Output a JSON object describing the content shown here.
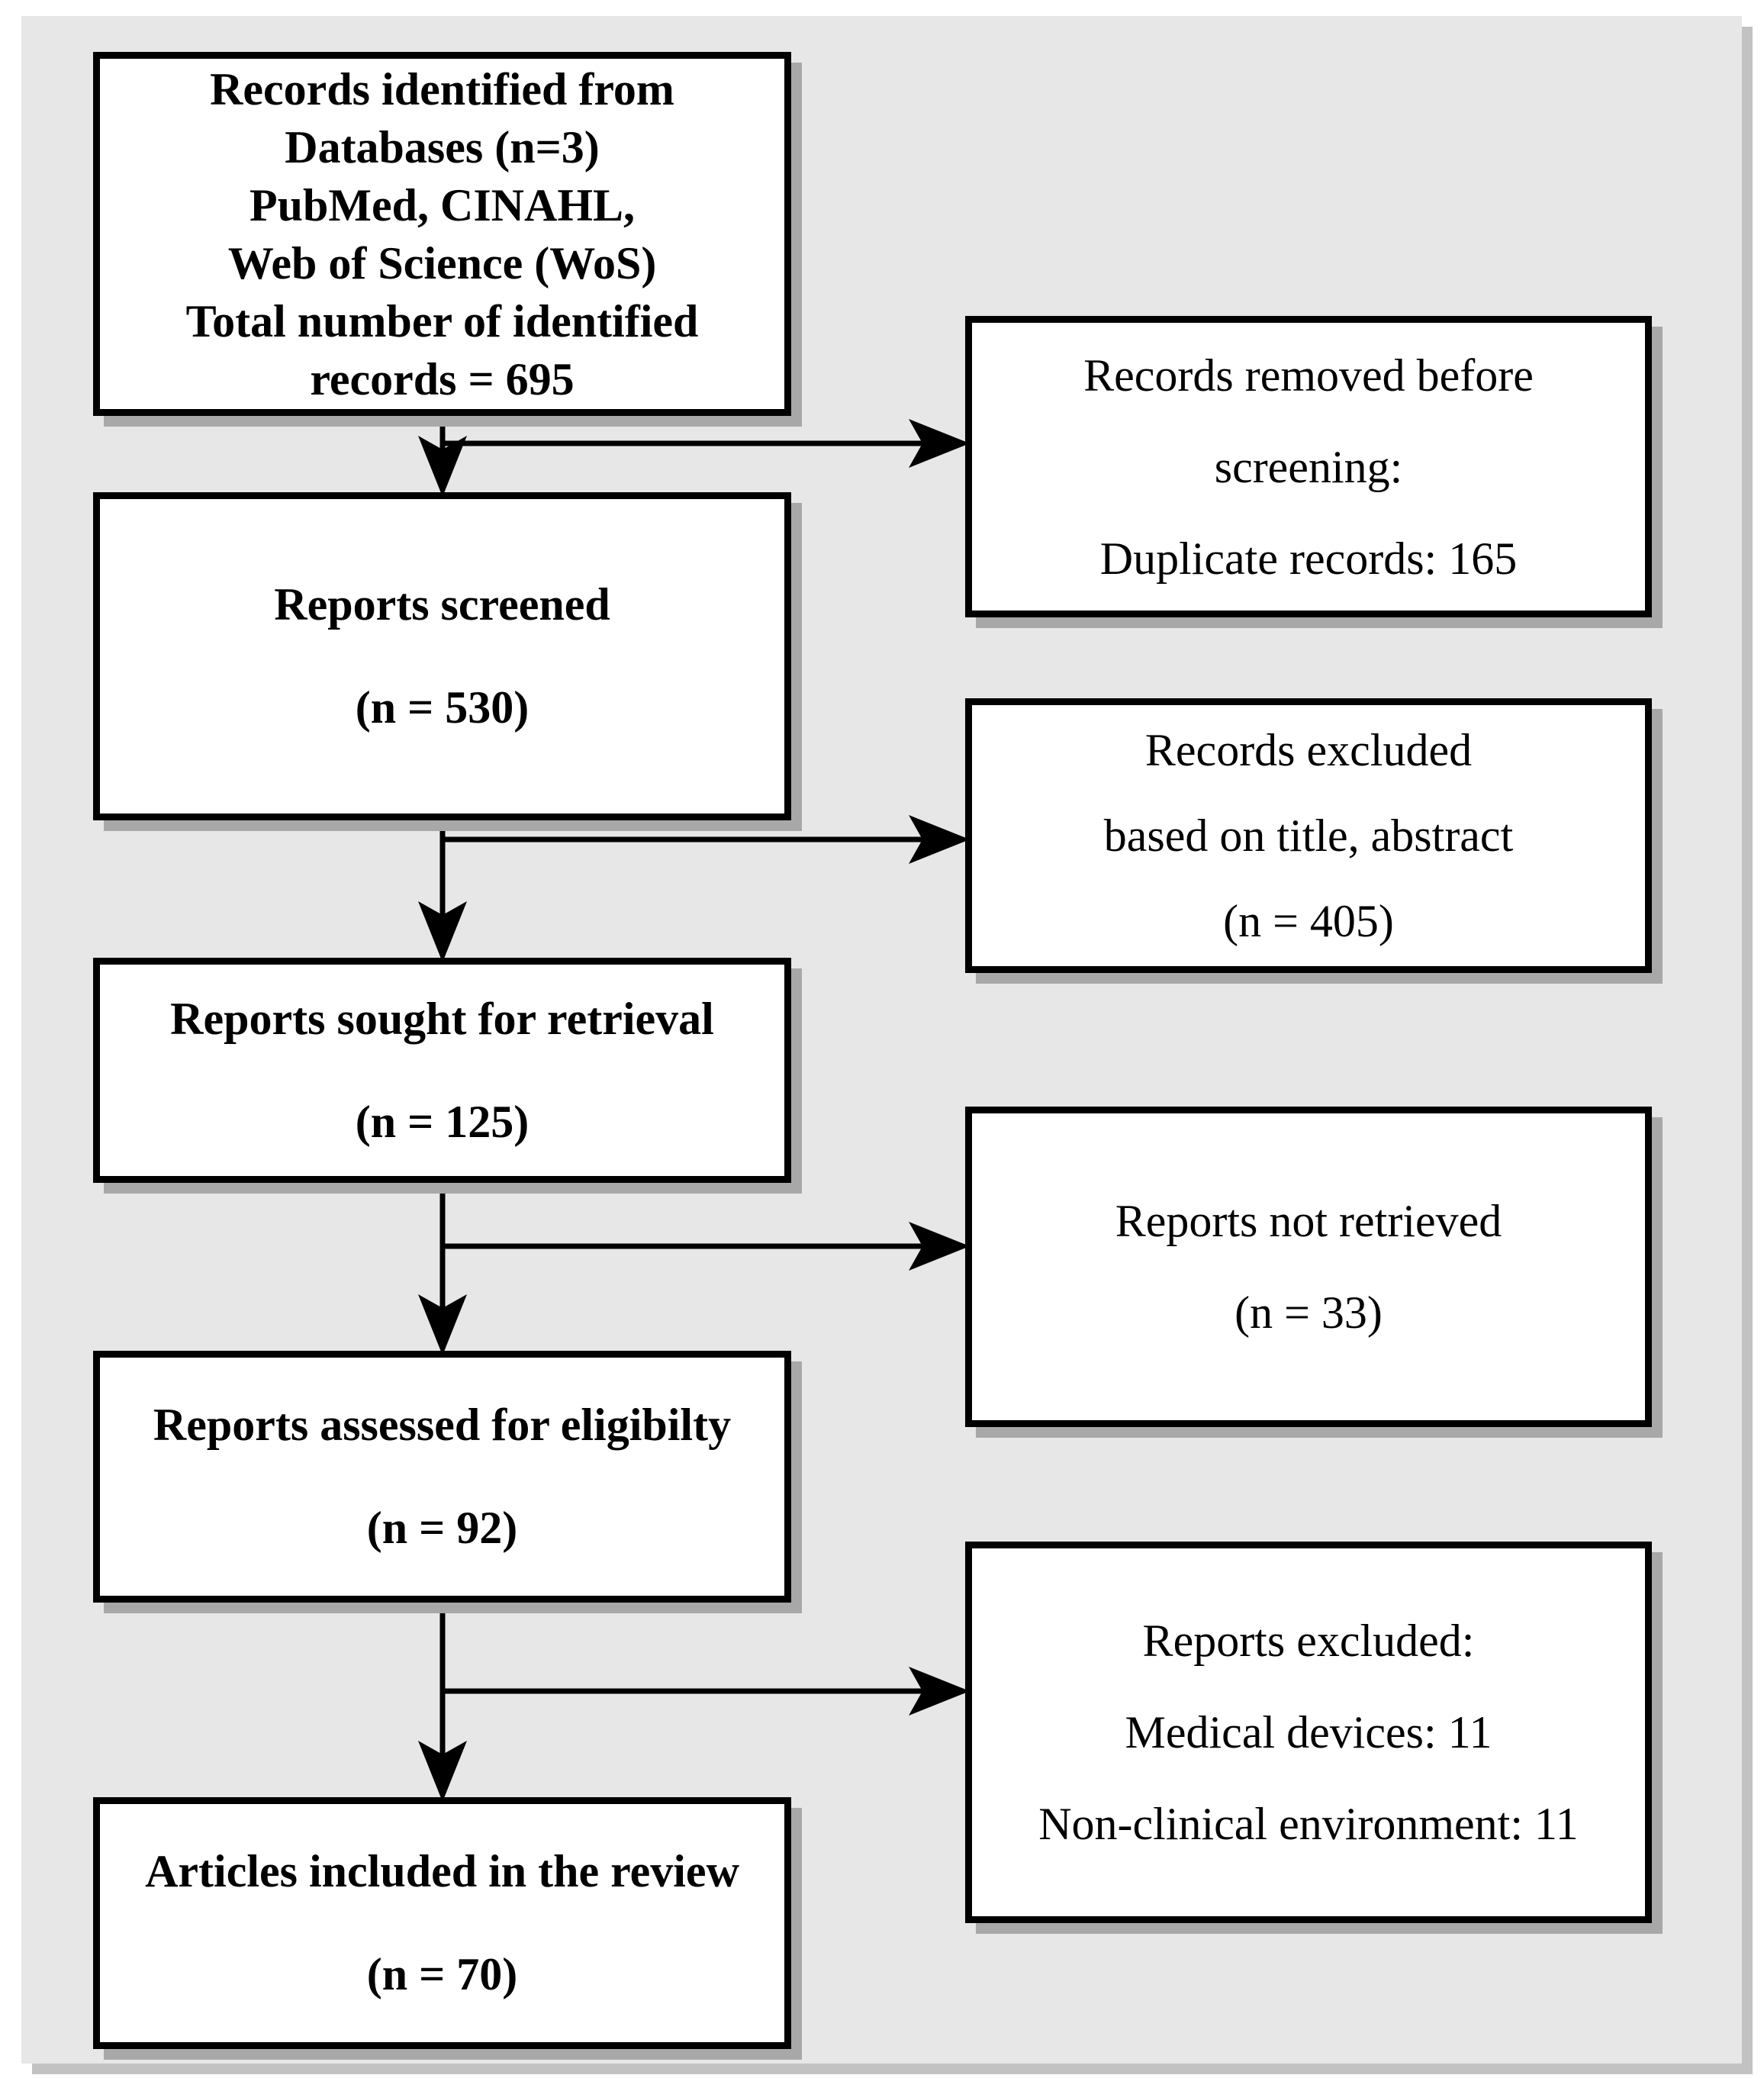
{
  "page": {
    "background": "#ffffff",
    "panel_bg": "#e7e7e7",
    "panel_shadow": "#c2c2c2",
    "box_bg": "#ffffff",
    "box_border": "#000000",
    "box_shadow": "#a8a8a8",
    "arrow_color": "#000000"
  },
  "diagram": {
    "type": "prisma-flowchart",
    "left_boxes": [
      {
        "id": "identification",
        "lines": [
          "Records identified from",
          "Databases (n=3)",
          "PubMed, CINAHL,",
          "Web of Science (WoS)",
          "Total number of identified",
          "records = 695"
        ]
      },
      {
        "id": "screened",
        "lines": [
          "Reports screened",
          "(n = 530)"
        ]
      },
      {
        "id": "sought-for-retrieval",
        "lines": [
          "Reports sought for retrieval",
          "(n = 125)"
        ]
      },
      {
        "id": "assessed-for-eligibility",
        "lines": [
          "Reports assessed for eligibilty",
          "(n = 92)"
        ]
      },
      {
        "id": "included",
        "lines": [
          "Articles included in the review",
          "(n = 70)"
        ]
      }
    ],
    "right_boxes": [
      {
        "id": "removed-before-screening",
        "lines": [
          "Records removed before",
          "screening:",
          "Duplicate records: 165"
        ]
      },
      {
        "id": "excluded-title-abstract",
        "lines": [
          "Records excluded",
          "based on title, abstract",
          "(n = 405)"
        ]
      },
      {
        "id": "not-retrieved",
        "lines": [
          "Reports not retrieved",
          "(n = 33)"
        ]
      },
      {
        "id": "reports-excluded",
        "lines": [
          "Reports excluded:",
          "Medical devices: 11",
          "Non-clinical environment: 11"
        ]
      }
    ]
  }
}
